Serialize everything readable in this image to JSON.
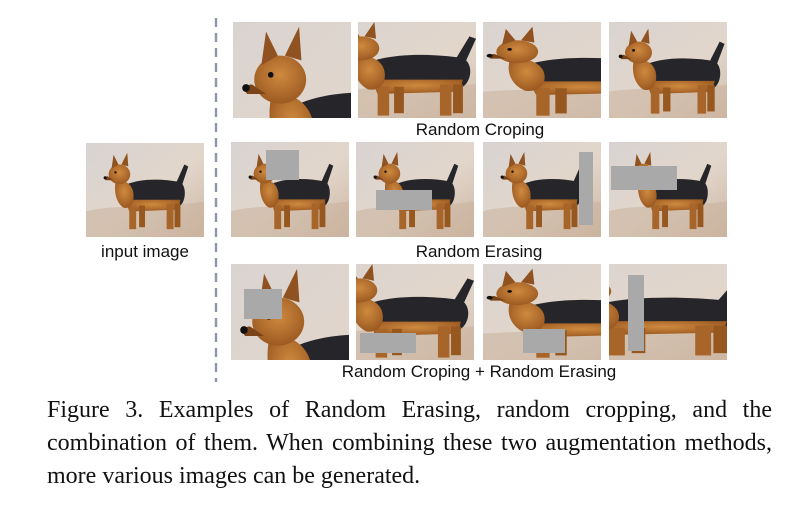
{
  "figure": {
    "input_label": "input image",
    "row_labels": [
      "Random Croping",
      "Random Erasing",
      "Random Croping + Random Erasing"
    ],
    "caption": "Figure 3. Examples of Random Erasing, random cropping, and the combination of them.  When combining these two augmentation methods, more various images can be generated.",
    "colors": {
      "background": "#d9cfc7",
      "dog_black": "#26262a",
      "dog_tan": "#b67430",
      "erase_box": "#a9a9a9",
      "divider": "#8c96a6"
    }
  }
}
